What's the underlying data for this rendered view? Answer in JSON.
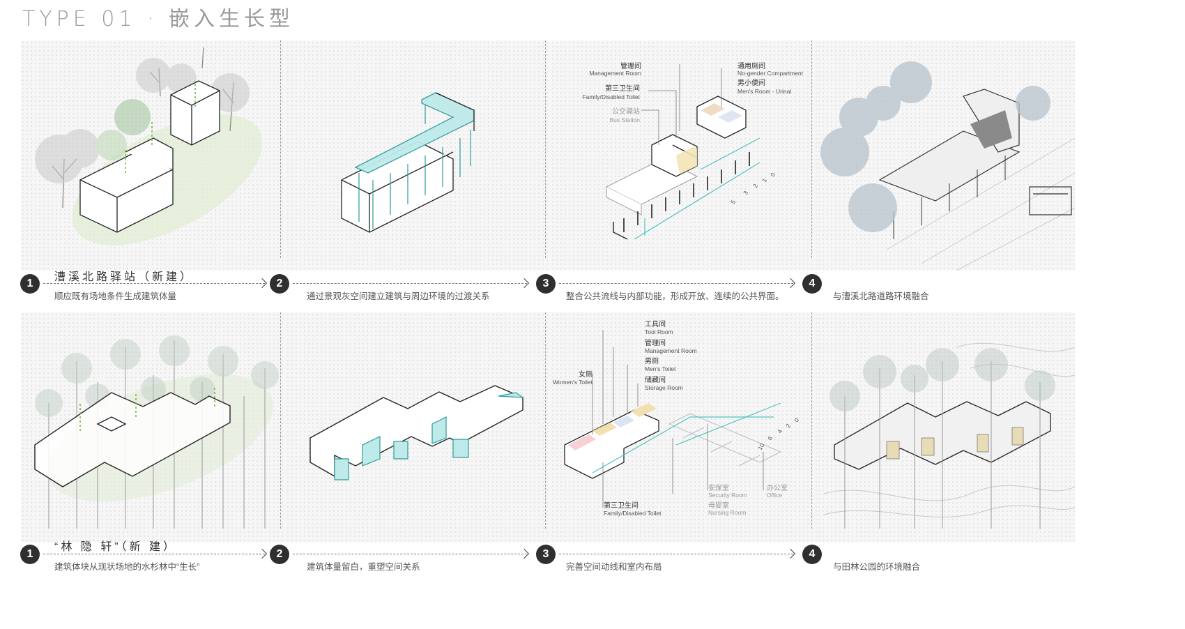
{
  "header": {
    "title": "TYPE 01 · 嵌入生长型"
  },
  "row1": {
    "title": "漕溪北路驿站（新建）",
    "steps": [
      {
        "num": "1",
        "caption": "顺应既有场地条件生成建筑体量"
      },
      {
        "num": "2",
        "caption": "通过景观灰空间建立建筑与周边环境的过渡关系"
      },
      {
        "num": "3",
        "caption": "整合公共流线与内部功能，形成开放、连续的公共界面。"
      },
      {
        "num": "4",
        "caption": "与漕溪北路道路环境融合"
      }
    ],
    "labels": {
      "management_cn": "管理间",
      "management_en": "Management Room",
      "family_toilet_cn": "第三卫生间",
      "family_toilet_en": "Family/Disabled Toilet",
      "bus_station_cn": "公交驿站",
      "bus_station_en": "Bus Station",
      "compartment_cn": "通用厕间",
      "compartment_en": "No-gender Compartment",
      "urinal_cn": "男小便间",
      "urinal_en": "Men's Room - Urinal",
      "scale": [
        "5",
        "3",
        "2",
        "1",
        "0"
      ]
    }
  },
  "row2": {
    "title": "“林 隐 轩”（新 建）",
    "steps": [
      {
        "num": "1",
        "caption": "建筑体块从现状场地的水杉林中“生长”"
      },
      {
        "num": "2",
        "caption": "建筑体量留白，重塑空间关系"
      },
      {
        "num": "3",
        "caption": "完善空间动线和室内布局"
      },
      {
        "num": "4",
        "caption": "与田林公园的环境融合"
      }
    ],
    "labels": {
      "tool_cn": "工具间",
      "tool_en": "Tool Room",
      "management_cn": "管理间",
      "management_en": "Management Room",
      "mens_cn": "男厕",
      "mens_en": "Men's Toilet",
      "storage_cn": "储藏间",
      "storage_en": "Storage Room",
      "womens_cn": "女厕",
      "womens_en": "Women's Toilet",
      "family_toilet_cn": "第三卫生间",
      "family_toilet_en": "Family/Disabled Toilet",
      "security_cn": "安保室",
      "security_en": "Security  Room",
      "nursing_cn": "母婴室",
      "nursing_en": "Nursing Room",
      "office_cn": "办公室",
      "office_en": "Office",
      "scale": [
        "10",
        "6",
        "4",
        "2",
        "0"
      ]
    }
  },
  "colors": {
    "accent": "#4fc3c3",
    "ink": "#2a2a2a",
    "badge": "#2f2f2f"
  }
}
